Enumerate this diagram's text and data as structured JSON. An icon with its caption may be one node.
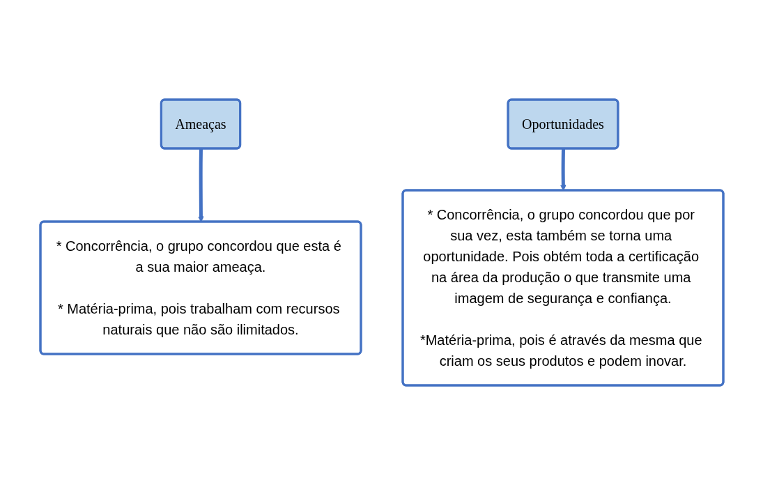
{
  "diagram": {
    "nodes": [
      {
        "text": [
          "Ameaças"
        ]
      },
      {
        "text": [
          "* Concorrência, o grupo concordou que esta é a sua maior ameaça.",
          "* Matéria-prima, pois trabalham com recursos naturais que não são ilimitados."
        ]
      },
      {
        "text": [
          "Oportunidades"
        ]
      },
      {
        "text": [
          "* Concorrência, o grupo concordou que por sua vez, esta também se torna uma oportunidade. Pois obtém toda a certificação na área da produção o que transmite uma imagem de segurança e confiança.",
          "*Matéria-prima, pois é através da mesma que criam os seus produtos e podem inovar."
        ]
      }
    ],
    "edges": [
      {
        "from": 0,
        "to": 1,
        "arrow": "to"
      },
      {
        "from": 2,
        "to": 3,
        "arrow": "to"
      }
    ]
  }
}
